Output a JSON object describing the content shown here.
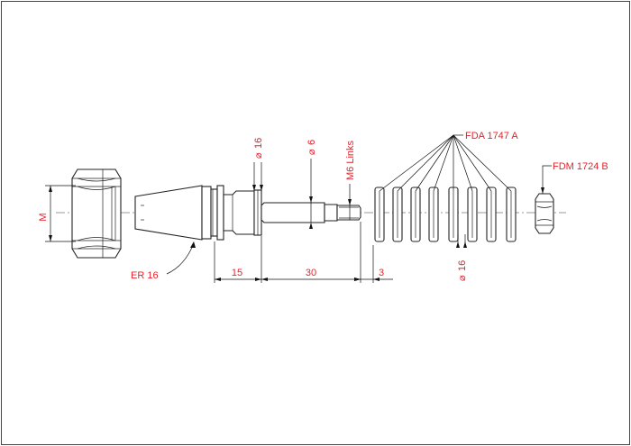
{
  "labels": {
    "er": "ER 16",
    "m": "M",
    "dia16_top": "16",
    "dia6": "6",
    "m6": "M6 Links",
    "fda": "FDA 1747 A",
    "fdm": "FDM 1724 B",
    "dim15": "15",
    "dim30": "30",
    "dim3": "3",
    "dia16_bottom": "16"
  },
  "colors": {
    "label": "#e8212b",
    "line": "#222222"
  }
}
